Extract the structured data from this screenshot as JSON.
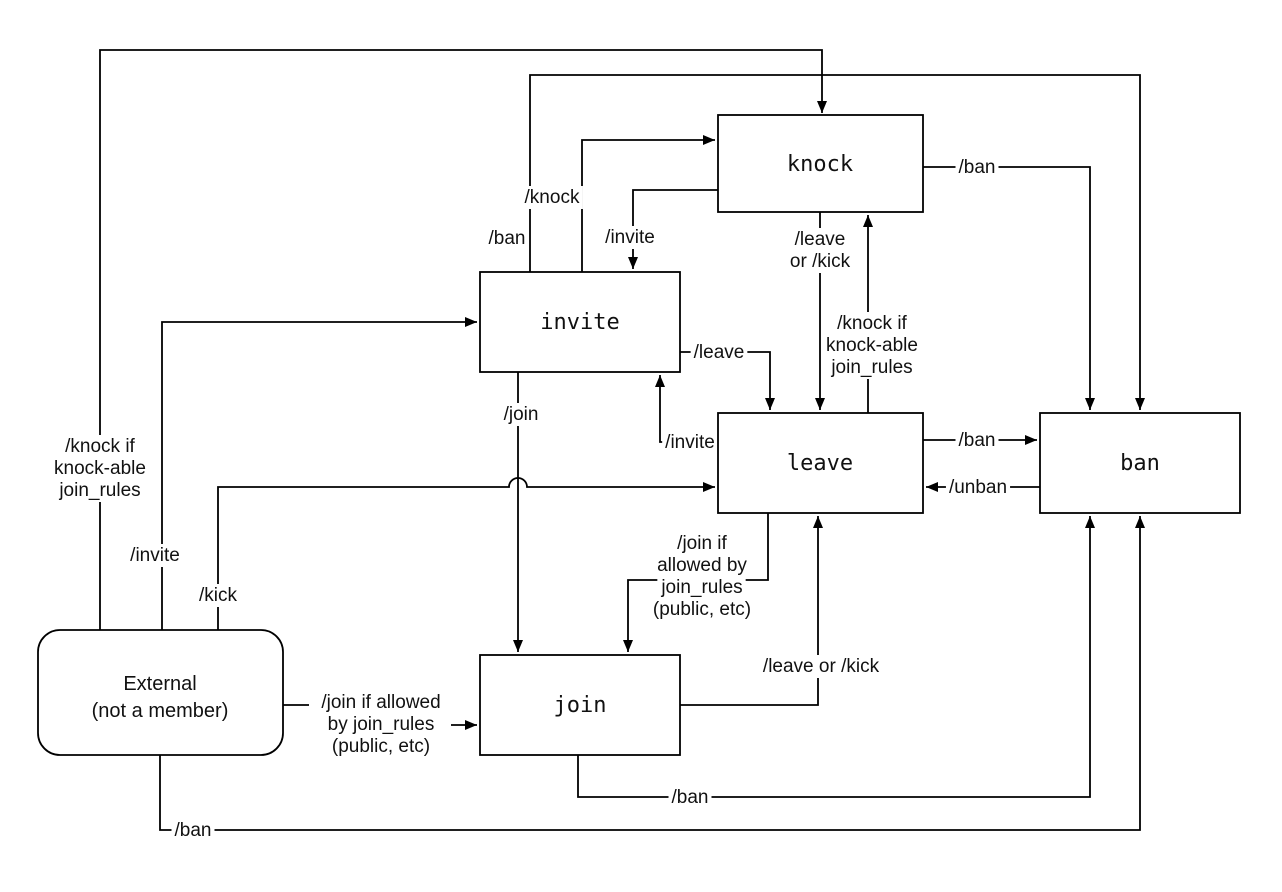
{
  "diagram": {
    "colors": {
      "stroke": "#000000",
      "background": "#ffffff",
      "text": "#111111"
    },
    "nodes": {
      "knock": {
        "label": "knock"
      },
      "invite": {
        "label": "invite"
      },
      "leave": {
        "label": "leave"
      },
      "ban": {
        "label": "ban"
      },
      "join": {
        "label": "join"
      },
      "external": {
        "lines": [
          "External",
          "(not a member)"
        ]
      }
    },
    "edges": {
      "external_to_knock": {
        "lines": [
          "/knock if",
          "knock-able",
          "join_rules"
        ]
      },
      "external_to_invite": {
        "label": "/invite"
      },
      "external_to_leave": {
        "label": "/kick"
      },
      "external_to_join": {
        "lines": [
          "/join if allowed",
          "by join_rules",
          "(public, etc)"
        ]
      },
      "external_to_ban": {
        "label": "/ban"
      },
      "invite_to_knock": {
        "label": "/knock"
      },
      "invite_to_ban": {
        "label": "/ban"
      },
      "invite_to_leave": {
        "label": "/leave"
      },
      "invite_to_join": {
        "label": "/join"
      },
      "knock_to_invite": {
        "label": "/invite"
      },
      "knock_to_leave": {
        "lines": [
          "/leave",
          "or /kick"
        ]
      },
      "knock_to_ban": {
        "label": "/ban"
      },
      "leave_to_knock": {
        "lines": [
          "/knock if",
          "knock-able",
          "join_rules"
        ]
      },
      "leave_to_invite": {
        "label": "/invite"
      },
      "leave_to_join": {
        "lines": [
          "/join if",
          "allowed by",
          "join_rules",
          "(public, etc)"
        ]
      },
      "leave_to_ban": {
        "label": "/ban"
      },
      "ban_to_leave": {
        "label": "/unban"
      },
      "join_to_leave": {
        "label": "/leave or /kick"
      },
      "join_to_ban": {
        "label": "/ban"
      }
    }
  }
}
